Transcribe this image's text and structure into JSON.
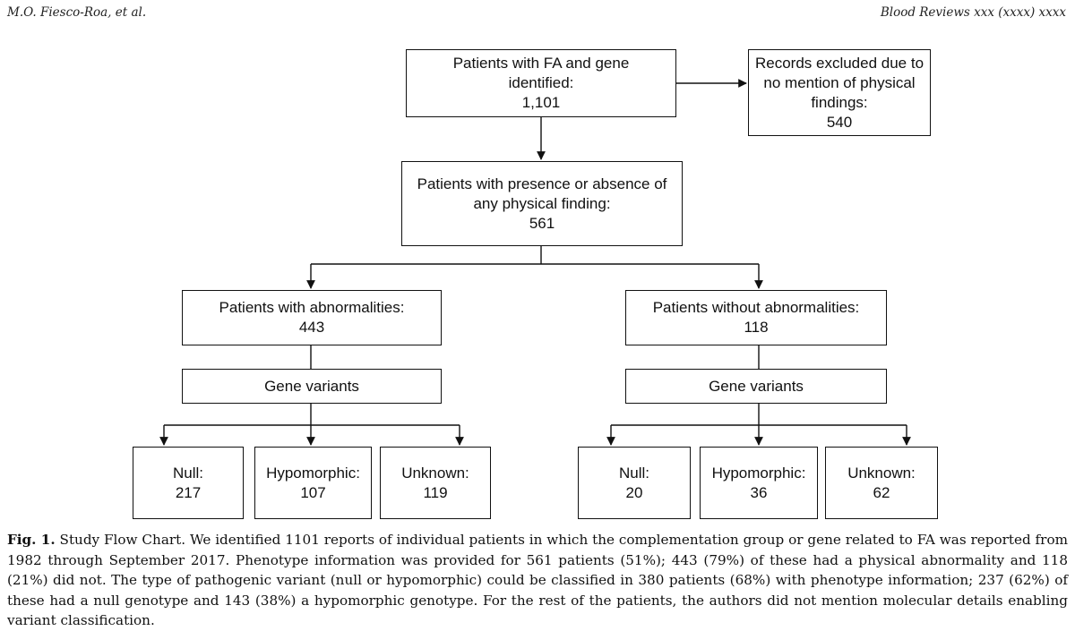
{
  "header": {
    "left": "M.O. Fiesco-Roa, et al.",
    "right": "Blood Reviews xxx (xxxx) xxxx"
  },
  "flowchart": {
    "identified": {
      "label": "Patients with FA and gene identified:",
      "value": "1,101"
    },
    "excluded": {
      "label": "Records excluded due to no mention of physical findings:",
      "value": "540"
    },
    "finding": {
      "label": "Patients with presence or absence of any physical finding:",
      "value": "561"
    },
    "with_abn": {
      "label": "Patients with abnormalities:",
      "value": "443"
    },
    "without_abn": {
      "label": "Patients without abnormalities:",
      "value": "118"
    },
    "gene_variants_left": "Gene variants",
    "gene_variants_right": "Gene variants",
    "left": {
      "null": {
        "label": "Null:",
        "value": "217"
      },
      "hypo": {
        "label": "Hypomorphic:",
        "value": "107"
      },
      "unknown": {
        "label": "Unknown:",
        "value": "119"
      }
    },
    "right": {
      "null": {
        "label": "Null:",
        "value": "20"
      },
      "hypo": {
        "label": "Hypomorphic:",
        "value": "36"
      },
      "unknown": {
        "label": "Unknown:",
        "value": "62"
      }
    }
  },
  "caption": {
    "label": "Fig. 1.",
    "text": " Study Flow Chart. We identified 1101 reports of individual patients in which the complementation group or gene related to FA was reported from 1982 through September 2017. Phenotype information was provided for 561 patients (51%); 443 (79%) of these had a physical abnormality and 118 (21%) did not. The type of pathogenic variant (null or hypomorphic) could be classified in 380 patients (68%) with phenotype information; 237 (62%) of these had a null genotype and 143 (38%) a hypomorphic genotype. For the rest of the patients, the authors did not mention molecular details enabling variant classification."
  }
}
